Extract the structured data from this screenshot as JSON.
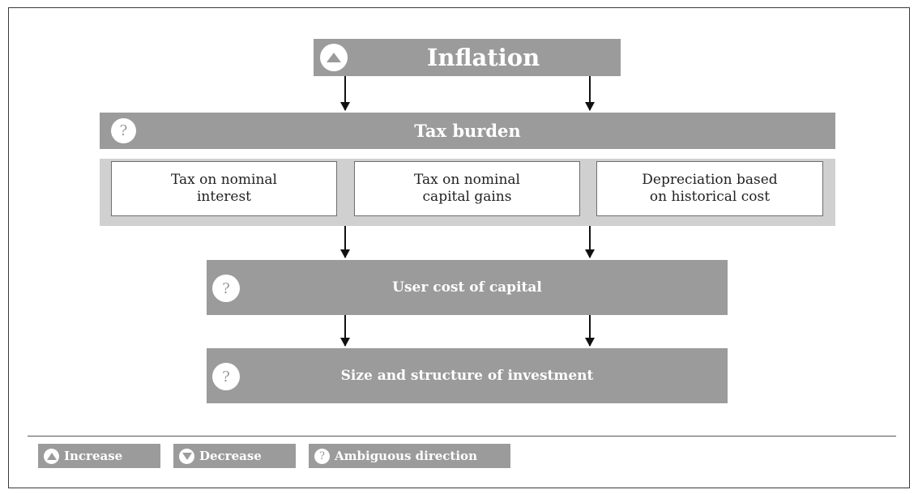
{
  "diagram": {
    "top": {
      "label": "Inflation",
      "icon": "increase-icon"
    },
    "tax": {
      "label": "Tax burden",
      "icon": "ambiguous-icon",
      "icon_text": "?",
      "items": [
        {
          "line1": "Tax on nominal",
          "line2": "interest"
        },
        {
          "line1": "Tax on nominal",
          "line2": "capital gains"
        },
        {
          "line1": "Depreciation based",
          "line2": "on historical cost"
        }
      ]
    },
    "user_cost": {
      "label": "User cost of capital",
      "icon": "ambiguous-icon",
      "icon_text": "?"
    },
    "investment": {
      "label": "Size and structure of investment",
      "icon": "ambiguous-icon",
      "icon_text": "?"
    }
  },
  "legend": {
    "increase": "Increase",
    "decrease": "Decrease",
    "ambiguous": "Ambiguous direction",
    "ambiguous_icon_text": "?"
  },
  "colors": {
    "box": "#9b9b9b",
    "panel": "#d0d0d0",
    "arrow": "#111111"
  }
}
